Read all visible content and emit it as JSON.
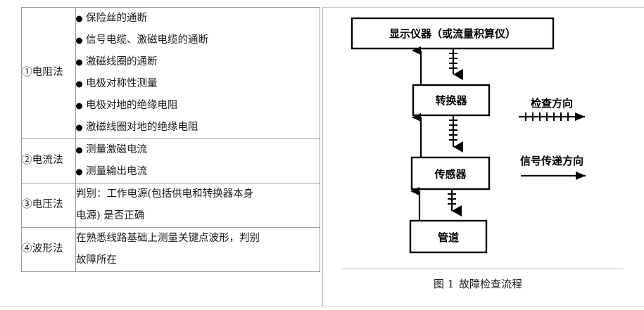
{
  "table": {
    "columns": [
      "method",
      "details"
    ],
    "rows": [
      {
        "method": "①电阻法",
        "kind": "bullets",
        "items": [
          "保险丝的通断",
          "信号电缆、激磁电缆的通断",
          "激磁线圈的通断",
          "电极对称性测量",
          "电极对地的绝缘电阻",
          "激磁线圈对地的绝缘电阻"
        ]
      },
      {
        "method": "②电流法",
        "kind": "bullets",
        "items": [
          "测量激磁电流",
          "测量输出电流"
        ]
      },
      {
        "method": "③电压法",
        "kind": "paragraph",
        "lines": [
          "判别：工作电源(包括供电和转换器本身",
          "电源) 是否正确"
        ]
      },
      {
        "method": "④波形法",
        "kind": "paragraph",
        "lines": [
          "在熟悉线路基础上测量关键点波形，判别",
          "故障所在"
        ]
      }
    ]
  },
  "figure": {
    "caption_number": "图 1",
    "caption_text": "故障检查流程",
    "boxes": [
      {
        "id": "display",
        "label": "显示仪器（或流量积算仪）"
      },
      {
        "id": "converter",
        "label": "转换器"
      },
      {
        "id": "sensor",
        "label": "传感器"
      },
      {
        "id": "pipe",
        "label": "管道"
      }
    ],
    "legend": [
      {
        "id": "inspection-direction",
        "label": "检查方向",
        "style": "ticked-arrow"
      },
      {
        "id": "signal-direction",
        "label": "信号传递方向",
        "style": "plain-arrow"
      }
    ]
  },
  "colors": {
    "ink": "#000000",
    "table_border": "#9a9a9a",
    "rule": "#c9c9c9",
    "page_background": "#ffffff"
  }
}
